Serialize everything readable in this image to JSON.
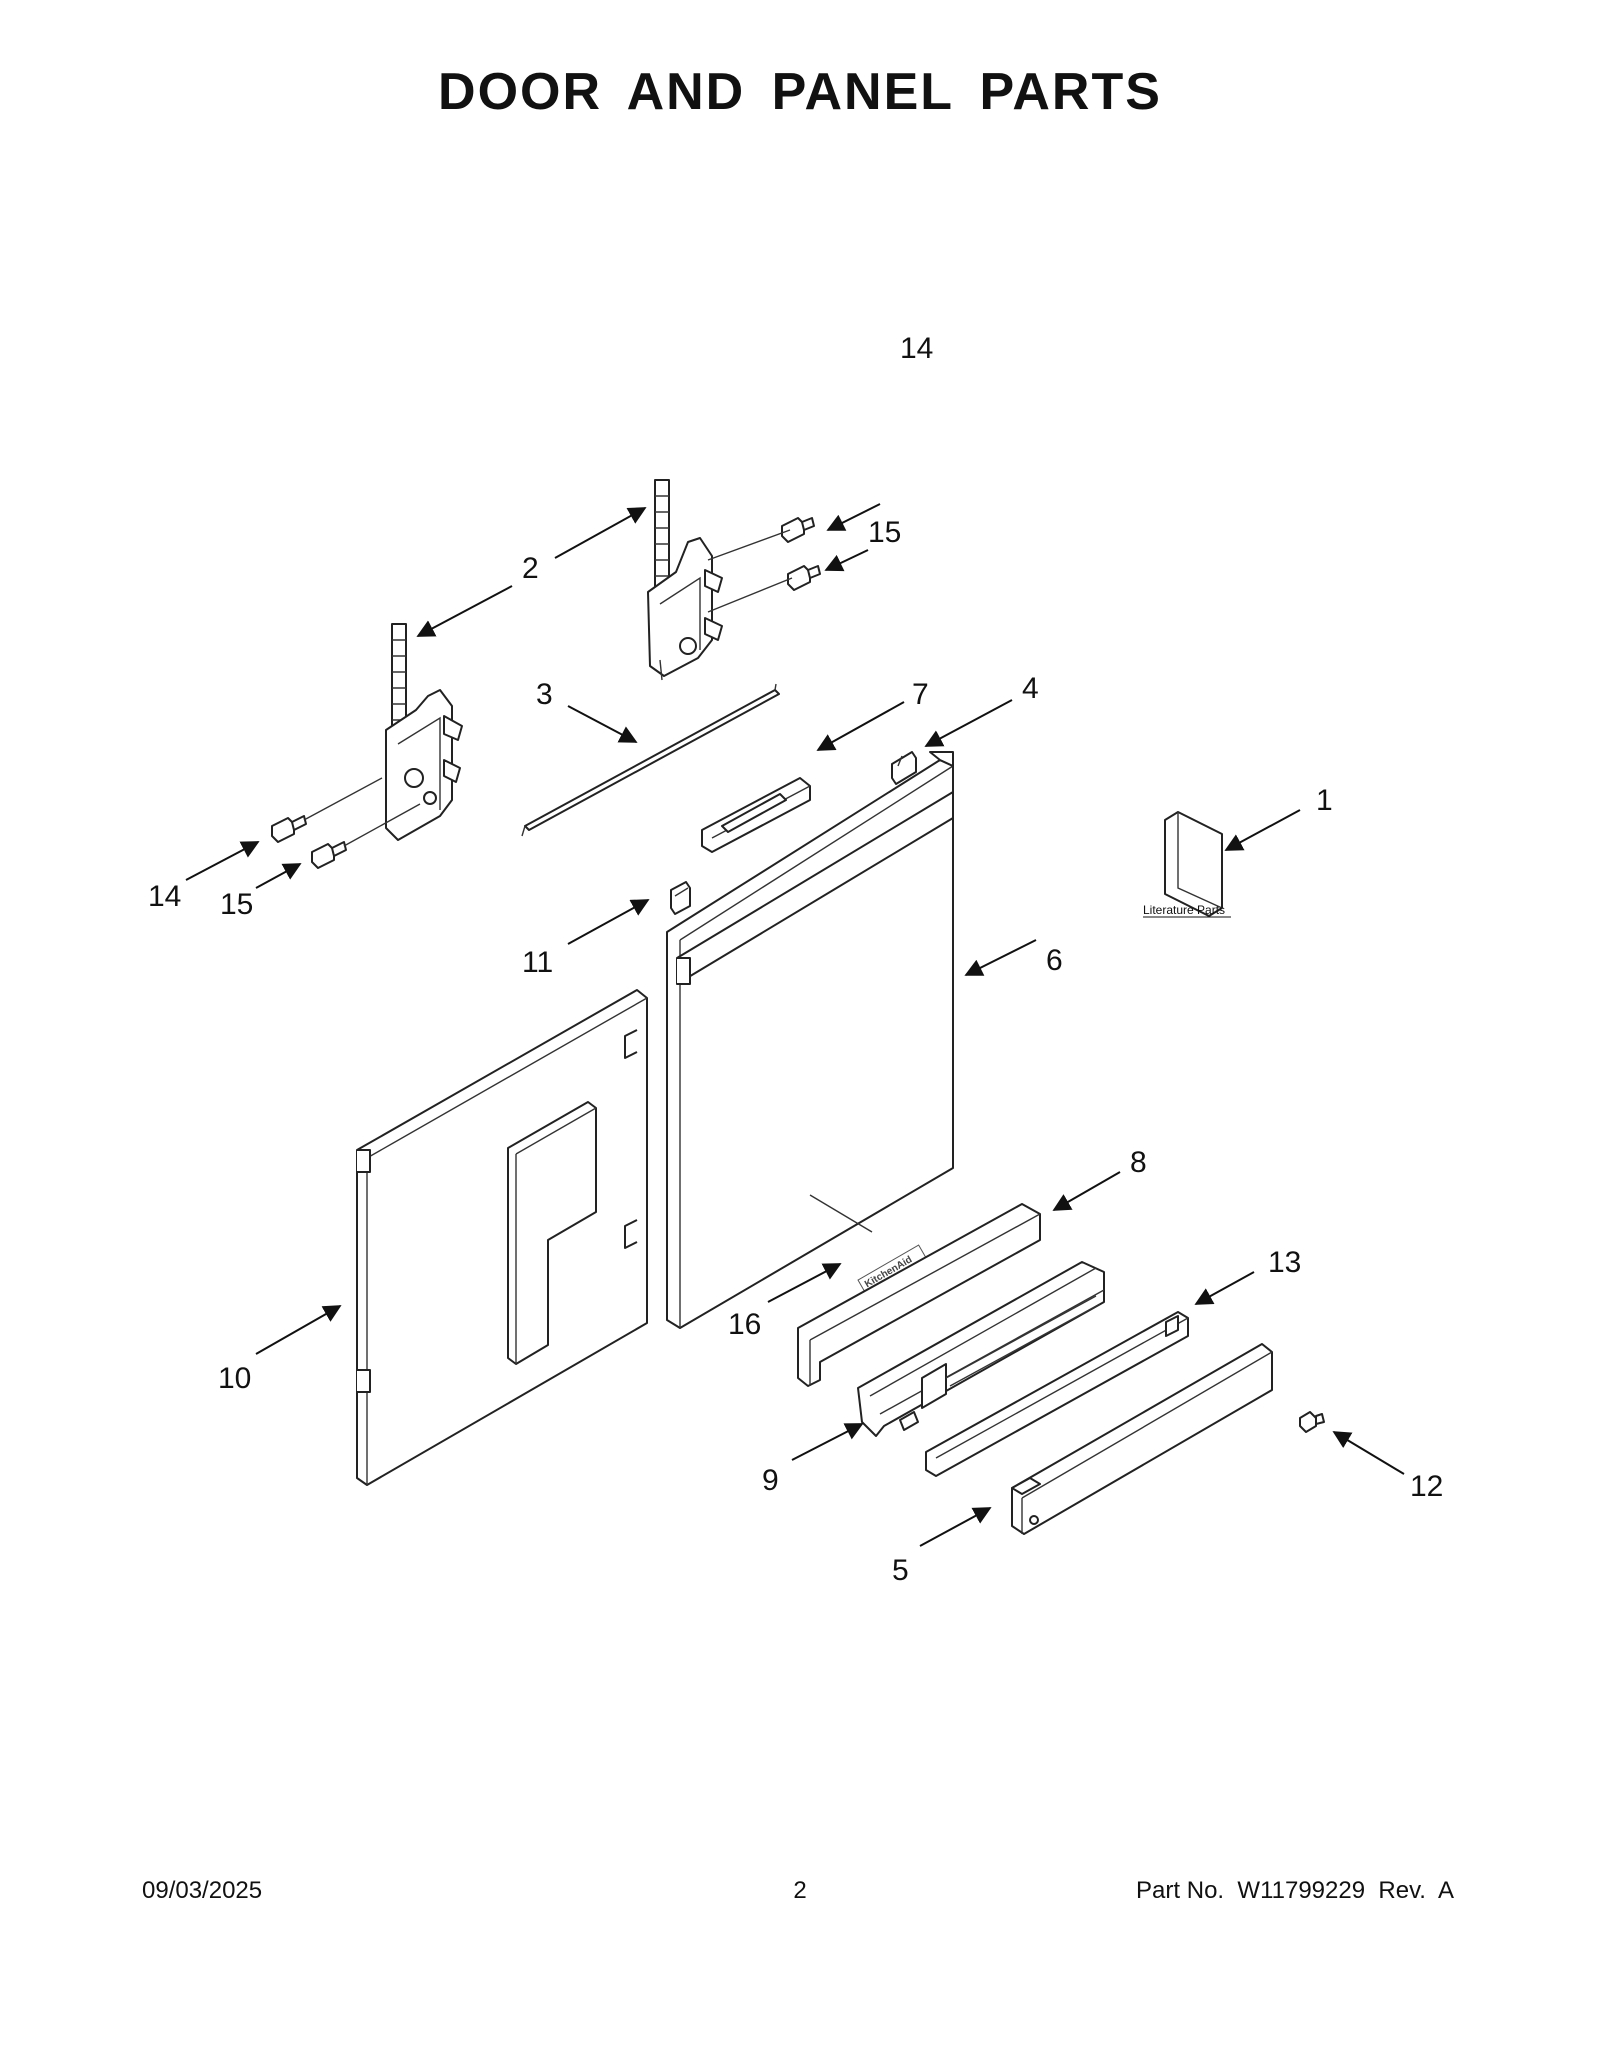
{
  "page": {
    "title": "DOOR AND PANEL PARTS"
  },
  "diagram": {
    "callouts": {
      "c1": "1",
      "c2": "2",
      "c3": "3",
      "c4": "4",
      "c5": "5",
      "c6": "6",
      "c7": "7",
      "c8": "8",
      "c9": "9",
      "c10": "10",
      "c11": "11",
      "c12": "12",
      "c13": "13",
      "c14a": "14",
      "c14b": "14",
      "c15a": "15",
      "c15b": "15",
      "c16": "16"
    },
    "literature_label": "Literature Parts",
    "logo_text": "KitchenAid"
  },
  "footer": {
    "date": "09/03/2025",
    "page_number": "2",
    "part_number": "Part No.  W11799229  Rev.  A"
  }
}
